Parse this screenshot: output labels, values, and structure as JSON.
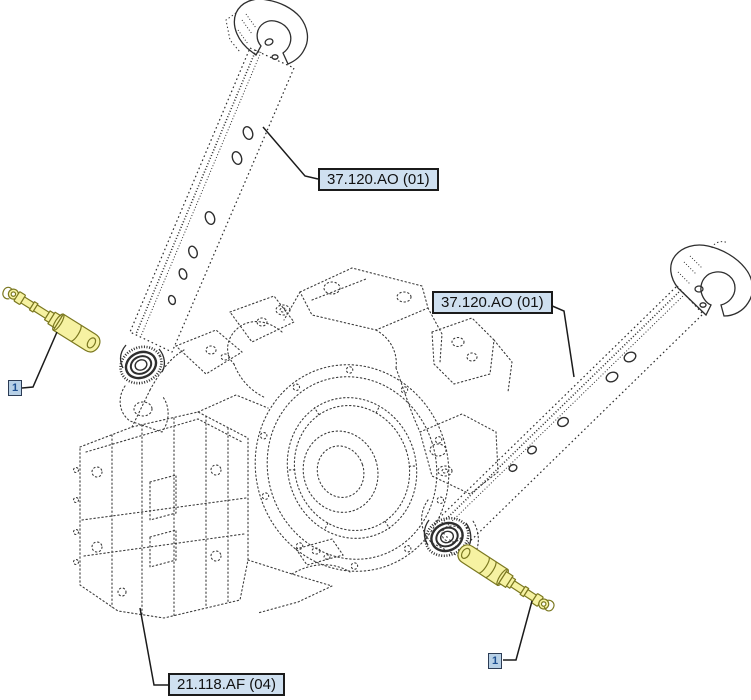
{
  "callouts": [
    {
      "label": "37.120.AO (01)"
    },
    {
      "label": "37.120.AO (01)"
    },
    {
      "label": "21.118.AF (04)"
    }
  ],
  "item_markers": [
    {
      "label": "1"
    },
    {
      "label": "1"
    }
  ],
  "colors": {
    "background": "#ffffff",
    "callout_fill": "#cfe0f0",
    "callout_border": "#1b1b1b",
    "callout_text": "#111111",
    "marker_fill": "#b7d0e6",
    "marker_text": "#1d4f91",
    "highlight_fill": "#f6f2a2",
    "highlight_outline": "#7b7820",
    "line_color": "#2e2e2e",
    "phantom_line_color": "#3c3c3c"
  }
}
